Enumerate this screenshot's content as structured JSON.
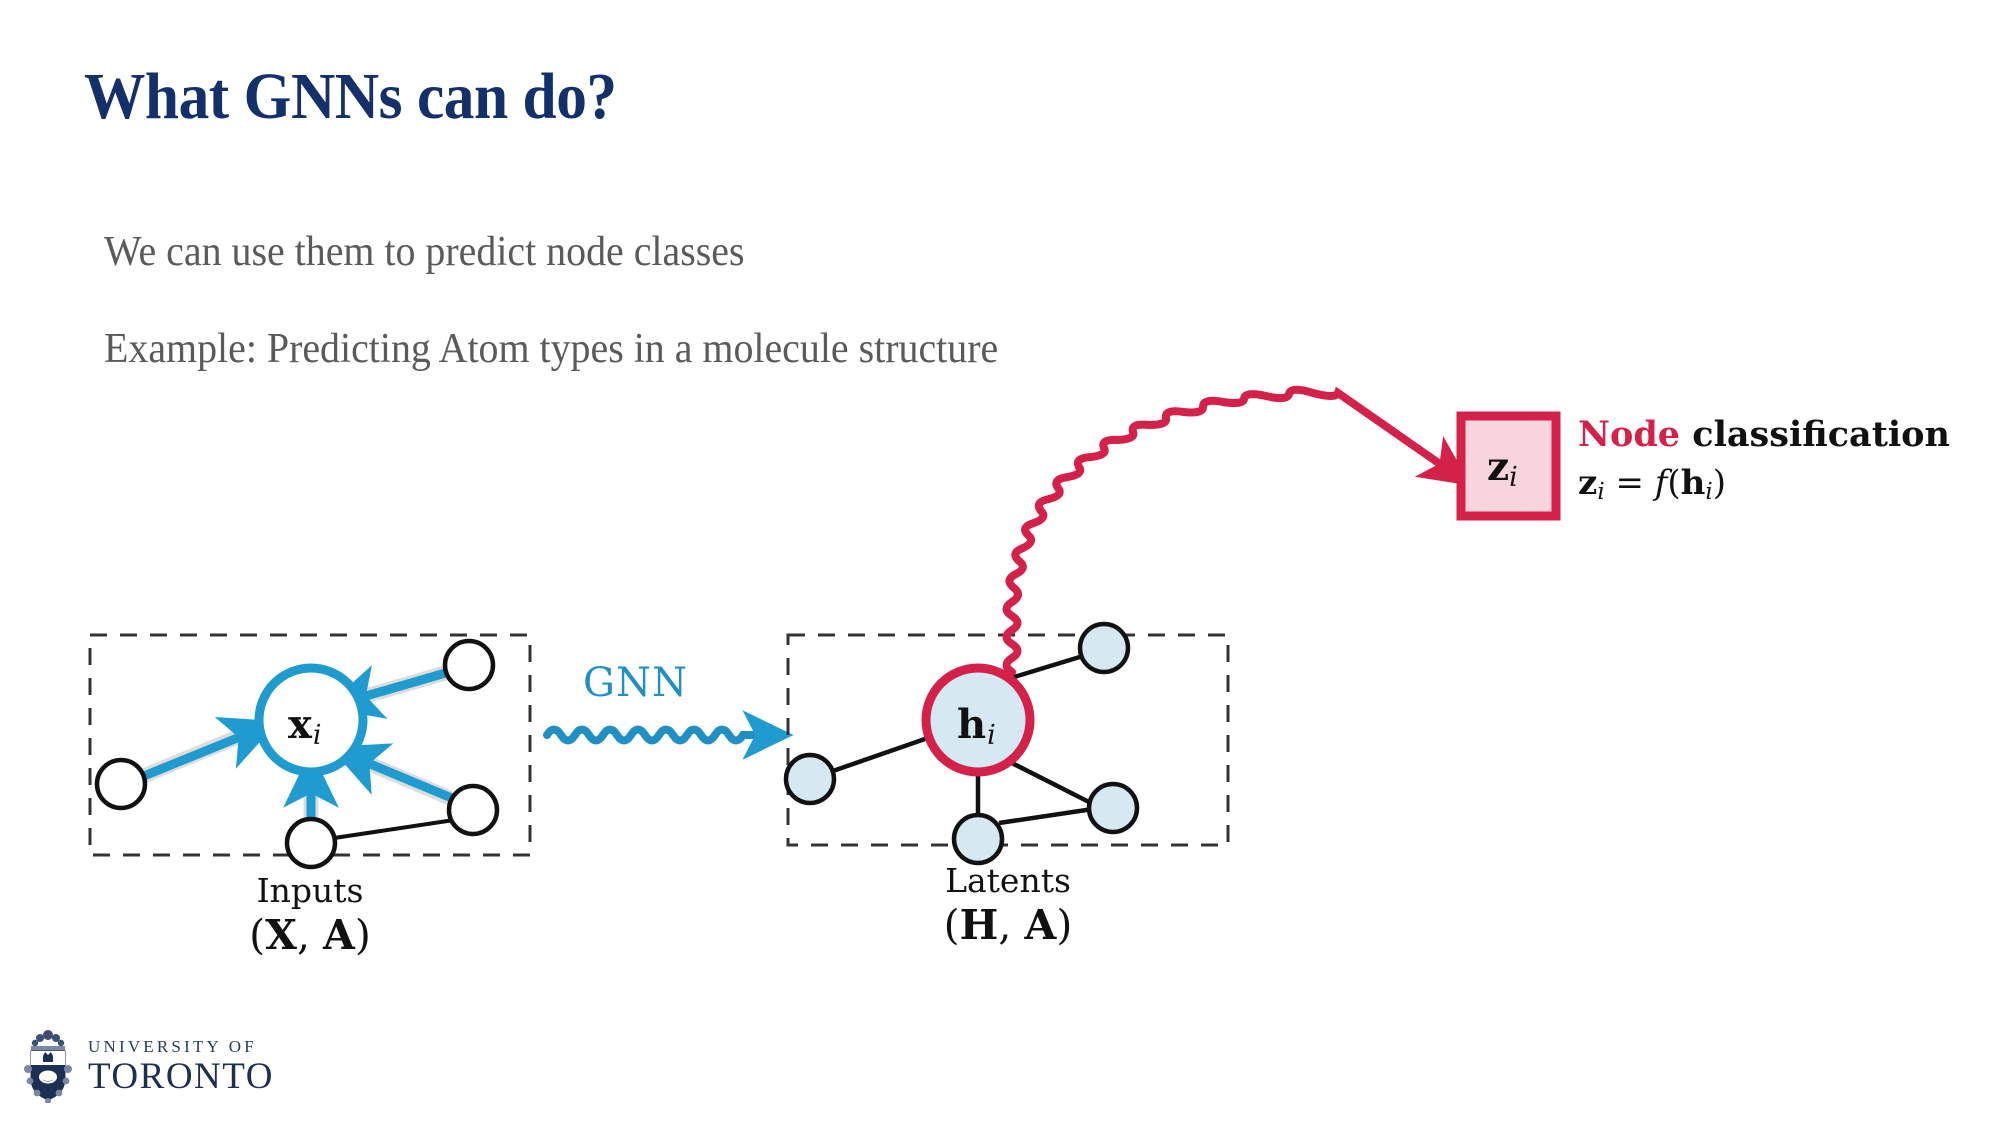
{
  "slide": {
    "title": "What GNNs can do?",
    "body_lines": [
      "We can use them to predict node classes",
      "Example: Predicting Atom types in a molecule structure"
    ]
  },
  "colors": {
    "title_navy": "#14306b",
    "body_gray": "#5a5a5a",
    "gnn_blue": "#1f8fc4",
    "node_ring_blue": "#1f9bd0",
    "node_ring_red": "#d4214a",
    "node_fill_blue": "#d6e9f3",
    "zbox_fill": "#f8d4dd",
    "zbox_border": "#d4214a",
    "edge_black": "#111111",
    "arrow_shadow_gray": "#dcdcdc",
    "dashed_border": "#333333",
    "logo_navy": "#1d2f52"
  },
  "figure": {
    "inputs_panel": {
      "caption_name": "Inputs",
      "caption_math_open": "(",
      "caption_math_x": "X",
      "caption_math_comma": ", ",
      "caption_math_a": "A",
      "caption_math_close": ")",
      "center_node_label": "x",
      "center_node_subscript": "i",
      "neighbor_count": 4
    },
    "gnn_arrow": {
      "label": "GNN"
    },
    "latents_panel": {
      "caption_name": "Latents",
      "caption_math_open": "(",
      "caption_math_h": "H",
      "caption_math_comma": ", ",
      "caption_math_a": "A",
      "caption_math_close": ")",
      "center_node_label": "h",
      "center_node_subscript": "i",
      "neighbor_count": 4
    },
    "output_box": {
      "symbol": "z",
      "subscript": "i"
    },
    "output_text": {
      "keyword": "Node",
      "rest": " classification",
      "formula_lhs": "z",
      "formula_lhs_sub": "i",
      "formula_eq": " = ",
      "formula_fn": "f",
      "formula_open": "(",
      "formula_arg": "h",
      "formula_arg_sub": "i",
      "formula_close": ")"
    }
  },
  "footer": {
    "logo_line1": "UNIVERSITY OF",
    "logo_line2": "TORONTO"
  }
}
